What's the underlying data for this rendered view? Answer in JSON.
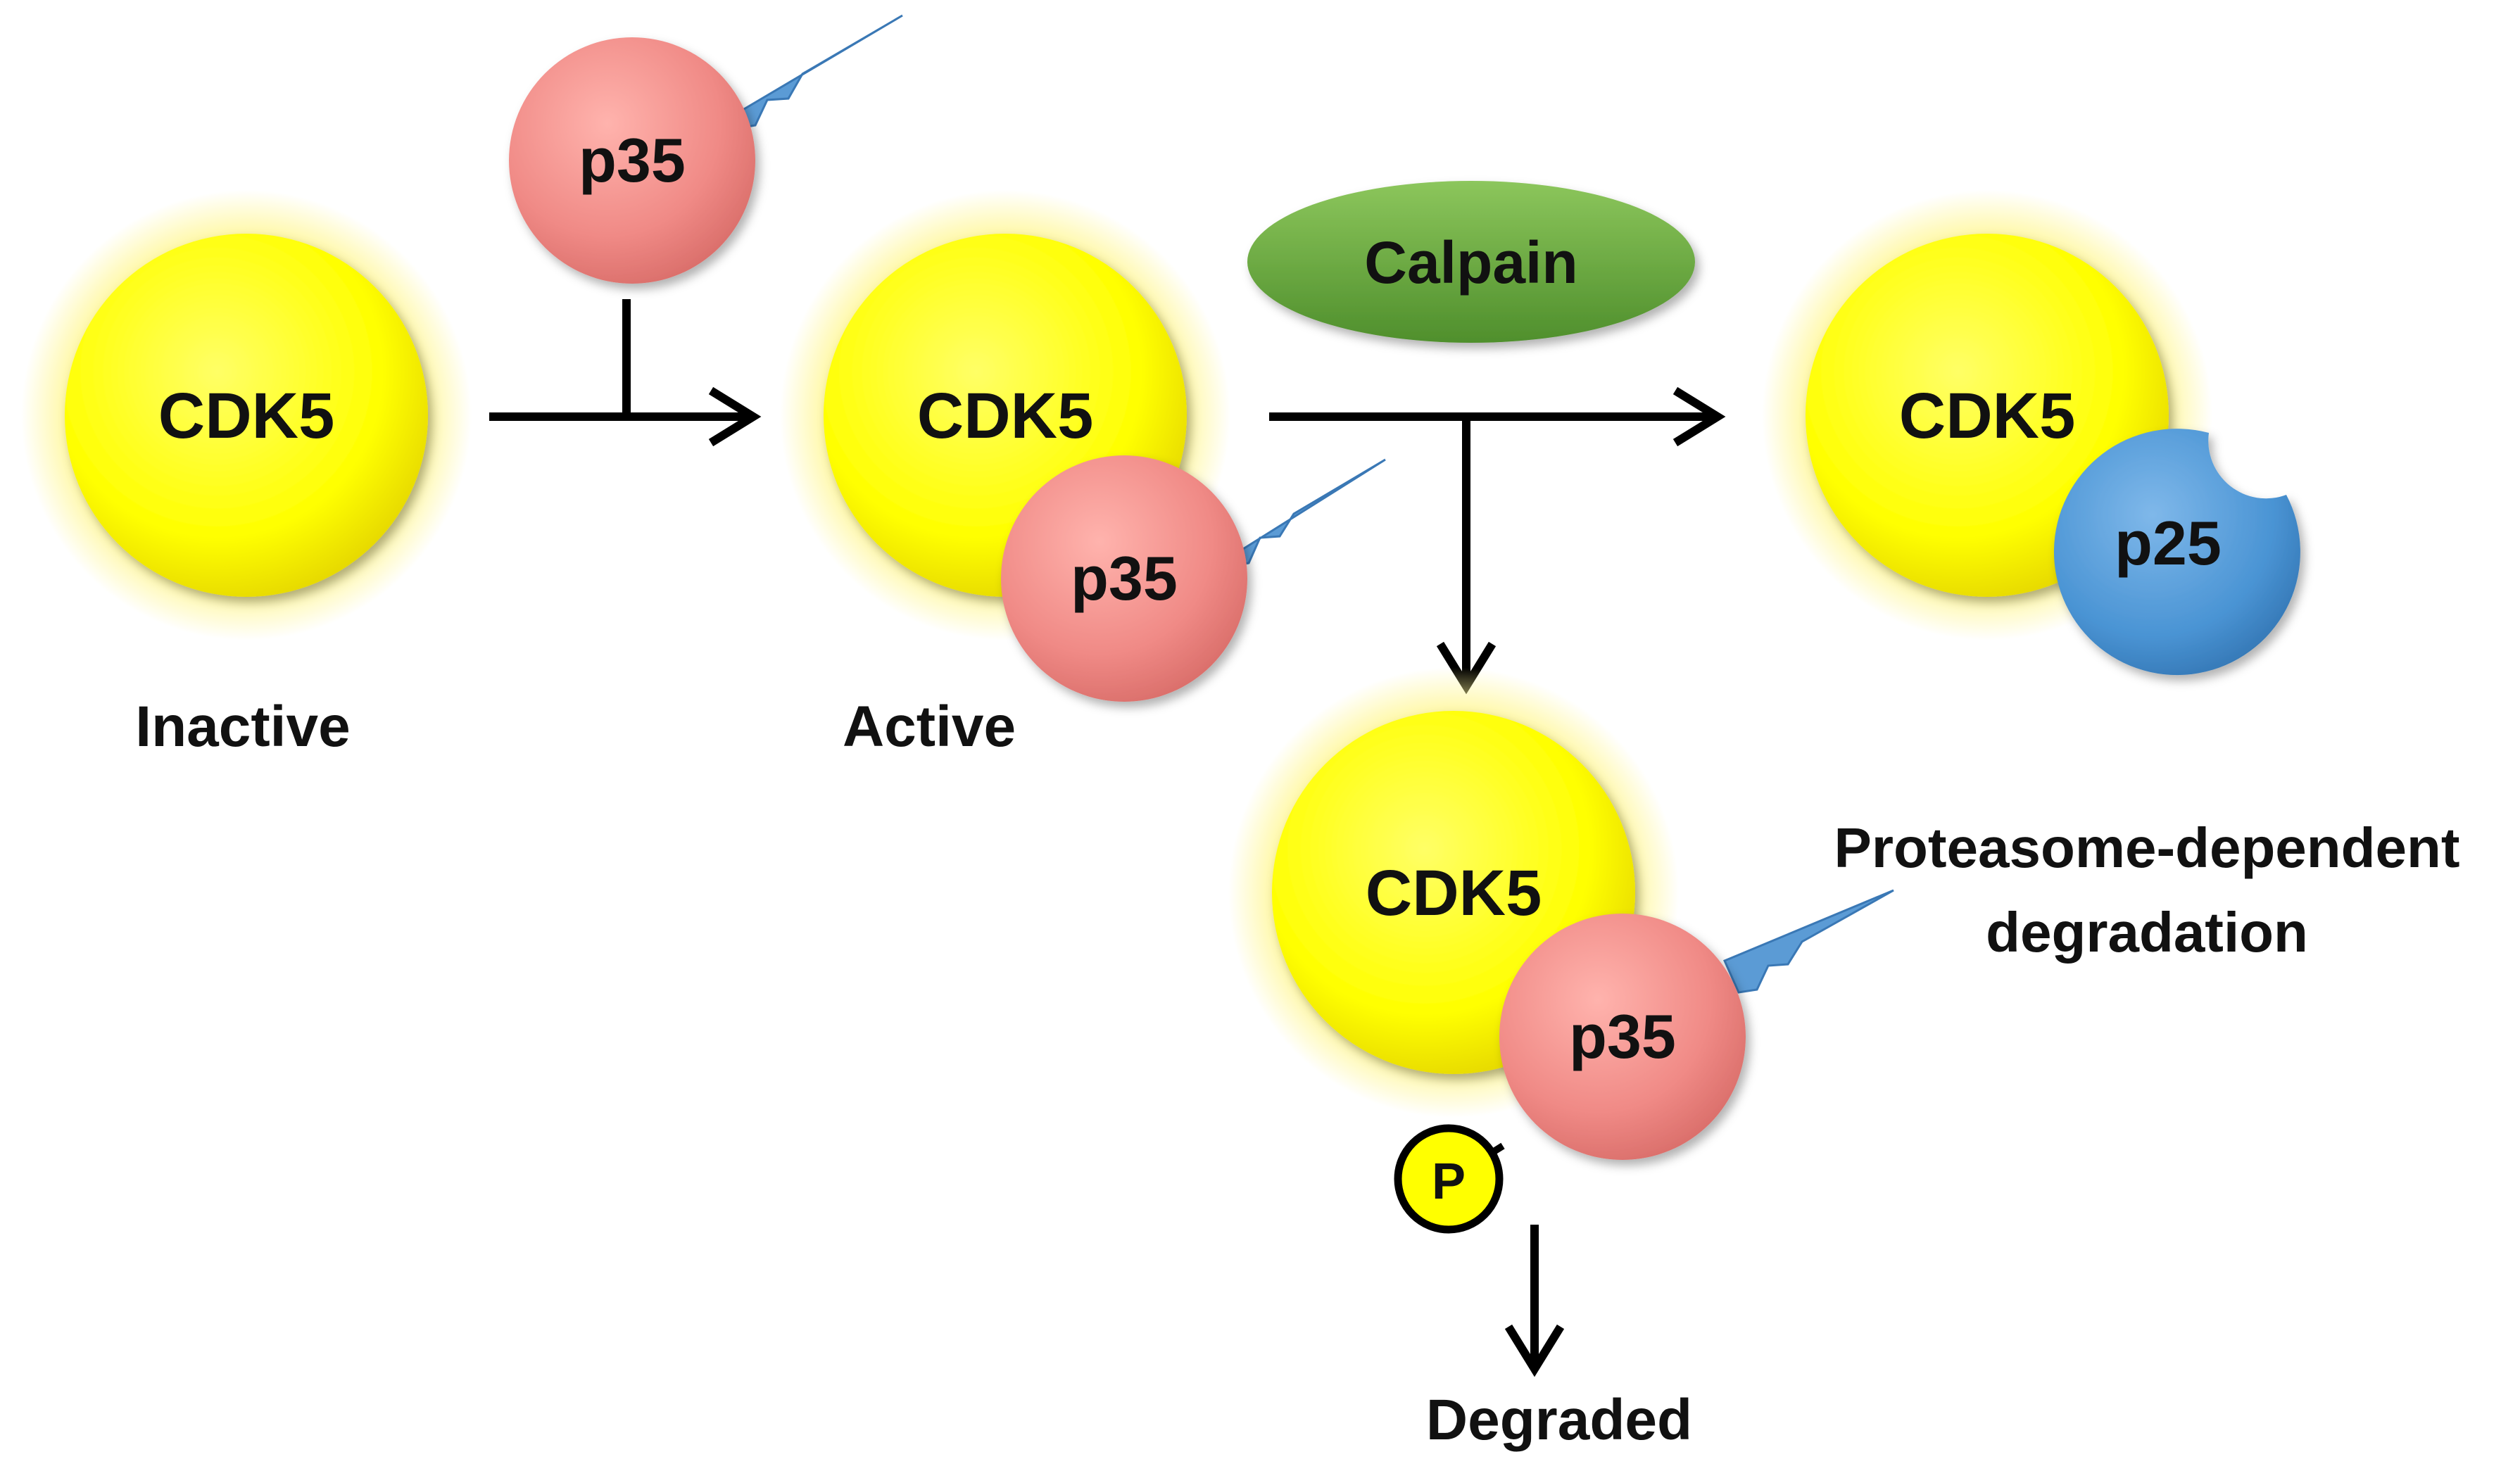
{
  "molecules": {
    "cdk5_inactive": "CDK5",
    "cdk5_active": "CDK5",
    "cdk5_p25": "CDK5",
    "cdk5_degraded": "CDK5",
    "p35_free": "p35",
    "p35_active": "p35",
    "p35_degraded": "p35",
    "p25": "p25",
    "calpain": "Calpain",
    "phospho": "P"
  },
  "labels": {
    "inactive": "Inactive",
    "active": "Active",
    "proteasome_line1": "Proteasome-dependent",
    "proteasome_line2": "degradation",
    "degraded": "Degraded"
  },
  "colors": {
    "cdk5": "#ffff00",
    "p35": "#f08a86",
    "p25": "#4a94d4",
    "calpain": "#6aaa3e",
    "lightning": "#5b9bd5",
    "arrow": "#000000"
  }
}
